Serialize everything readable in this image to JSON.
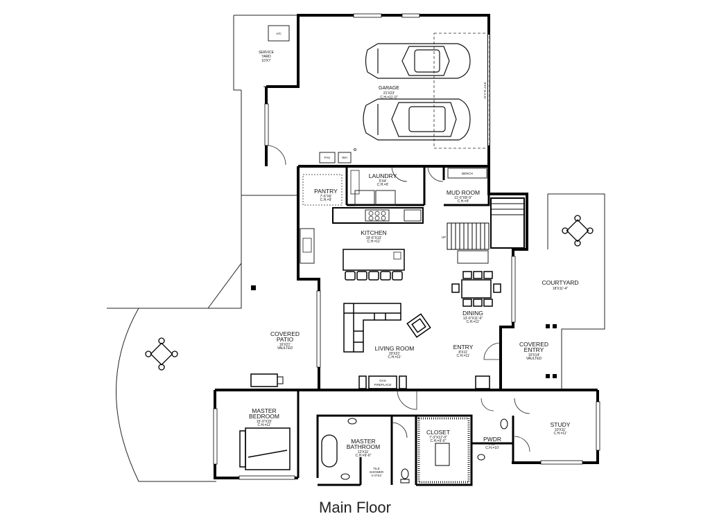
{
  "caption": "Main Floor",
  "rooms": {
    "service_yard": {
      "name_line1": "SERVICE",
      "name_line2": "YARD",
      "dims": "10'X7'"
    },
    "garage": {
      "name": "GARAGE",
      "dims": "21'X23'",
      "ceiling": "C.H.=11'-0\""
    },
    "laundry": {
      "name": "LAUNDRY",
      "dims": "5'X4'",
      "ceiling": "C.H.=9'"
    },
    "pantry": {
      "name": "PANTRY",
      "dims": "7'-6\"X6'",
      "ceiling": "C.H.=9'"
    },
    "mud_room": {
      "name": "MUD ROOM",
      "dims": "11'-6\"X8'-9\"",
      "ceiling": "C.H.=9'"
    },
    "kitchen": {
      "name": "KITCHEN",
      "dims": "19'-6\"X13'",
      "ceiling": "C.H.=11'"
    },
    "courtyard": {
      "name": "COURTYARD",
      "dims": "18'X11'-4\""
    },
    "dining": {
      "name": "DINING",
      "dims": "13'-6\"X11'-6\"",
      "ceiling": "C.H.=11'"
    },
    "covered_patio": {
      "name_line1": "COVERED",
      "name_line2": "PATIO",
      "dims": "16'X21'",
      "ceiling": "VAULTED"
    },
    "living_room": {
      "name": "LIVING ROOM",
      "dims": "20'X21'",
      "ceiling": "C.H.=11'"
    },
    "entry": {
      "name": "ENTRY",
      "dims": "8'X11'",
      "ceiling": "C.H.=11'"
    },
    "covered_entry": {
      "name_line1": "COVERED",
      "name_line2": "ENTRY",
      "dims": "10'X14'",
      "ceiling": "VAULTED"
    },
    "master_bedroom": {
      "name_line1": "MASTER",
      "name_line2": "BEDROOM",
      "dims": "15'-0\"X15'",
      "ceiling": "C.H.=11'"
    },
    "master_bathroom": {
      "name_line1": "MASTER",
      "name_line2": "BATHROOM",
      "dims": "12'X11'",
      "ceiling": "C.H.=9'-6\""
    },
    "closet": {
      "name": "CLOSET",
      "dims": "7'-3\"X12'-0\"",
      "ceiling": "C.H.=9'-6\""
    },
    "tile_shower": {
      "name_line1": "TILE",
      "name_line2": "SHOWER",
      "dims": "4'-0\"X4'"
    },
    "pwdr": {
      "name": "PWDR",
      "dims": "7'X7'",
      "ceiling": "C.H.=10'"
    },
    "study": {
      "name": "STUDY",
      "dims": "10'X11'",
      "ceiling": "C.H.=11'"
    }
  },
  "fixtures": {
    "ac": "A/C",
    "fau": "FAU",
    "wh": "WH",
    "bench": "BENCH",
    "fireplace_line1": "GAS",
    "fireplace_line2": "FIREPLACE",
    "stair_up": "UP",
    "garage_door": "9'X7' G.A.D."
  }
}
